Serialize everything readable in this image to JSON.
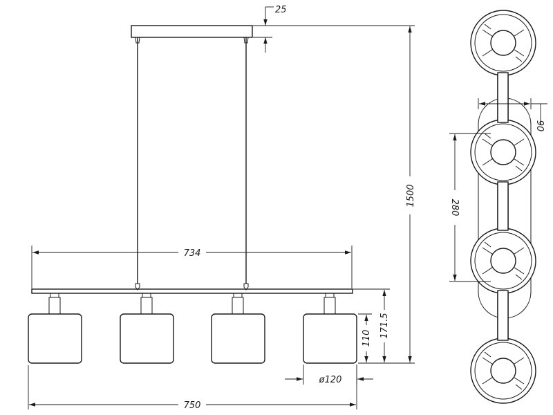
{
  "dimensions": {
    "canopy_height": "25",
    "suspension_length": "1500",
    "rod_spacing": "734",
    "bar_length": "750",
    "shade_height": "110",
    "arm_to_shade_bottom": "171.5",
    "shade_diameter": "ø120",
    "bar_depth": "90",
    "shade_spacing": "280"
  }
}
